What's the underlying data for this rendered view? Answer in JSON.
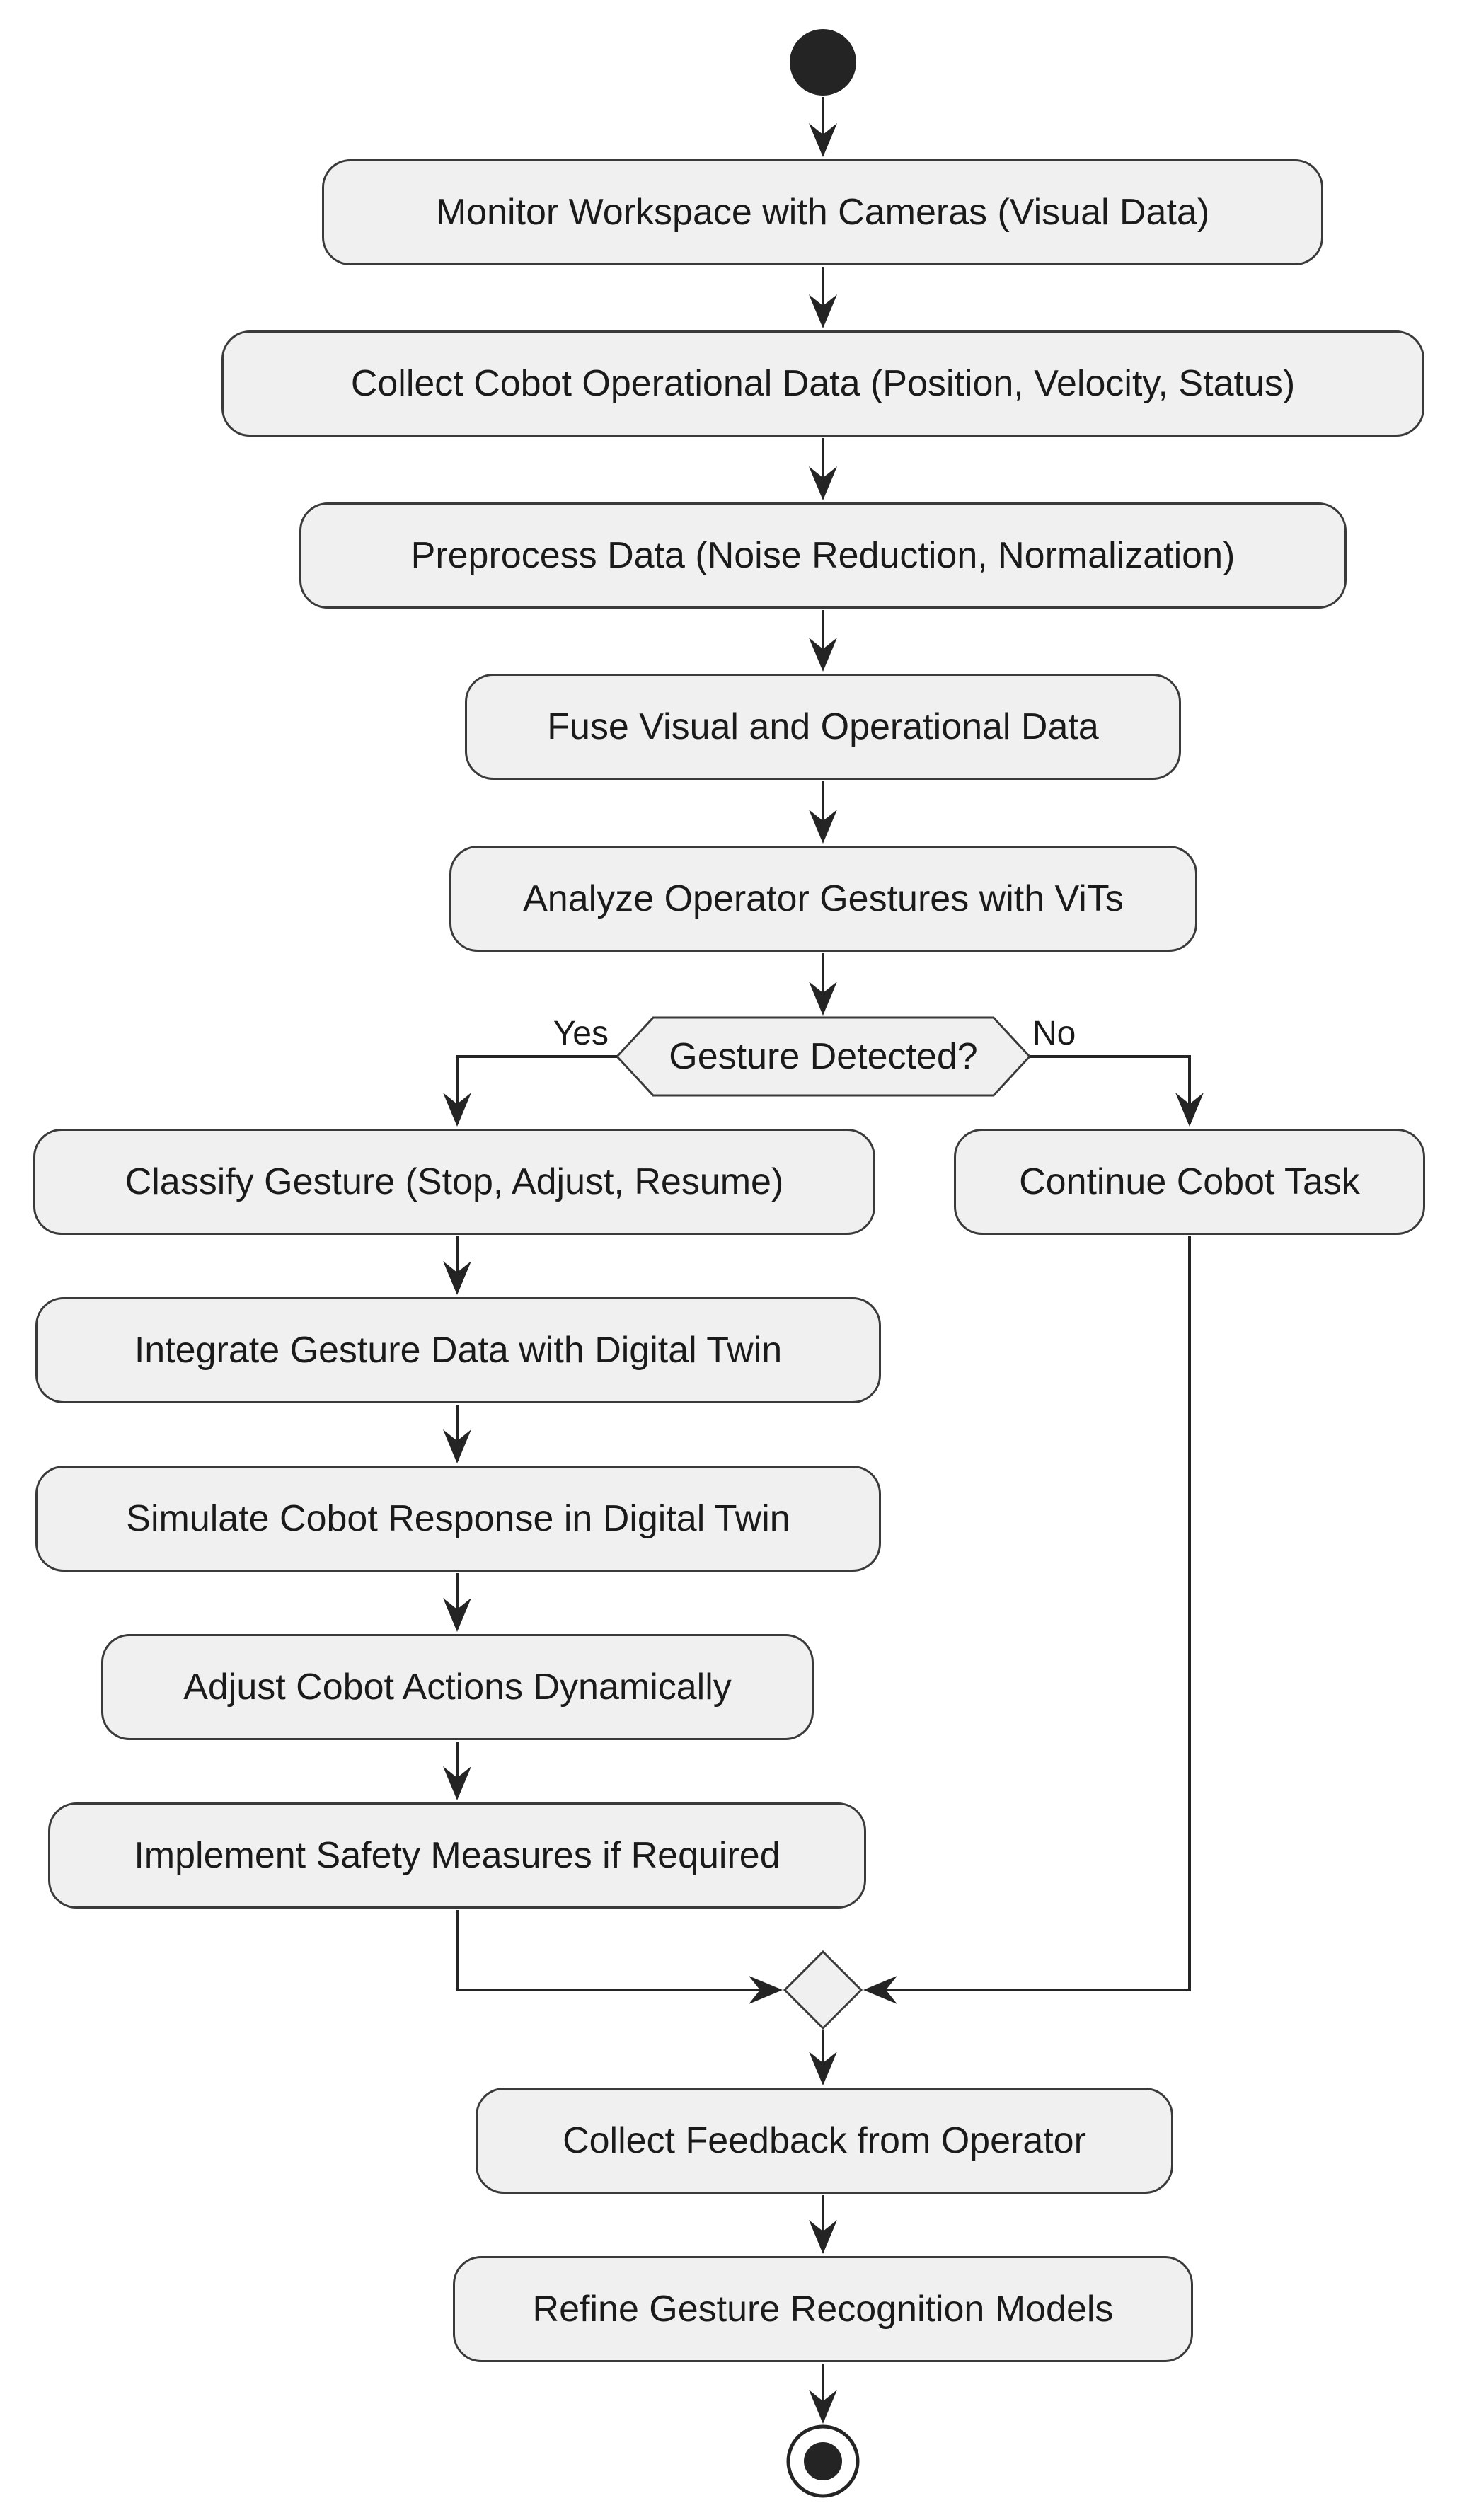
{
  "colors": {
    "background": "#ffffff",
    "node_fill": "#f0f0f0",
    "node_border": "#3a3a3a",
    "edge": "#242424",
    "text": "#1a1a1a",
    "start_fill": "#242424"
  },
  "nodes": {
    "monitor": {
      "label": "Monitor Workspace with Cameras (Visual Data)"
    },
    "collect_data": {
      "label": "Collect Cobot Operational Data (Position, Velocity, Status)"
    },
    "preprocess": {
      "label": "Preprocess Data (Noise Reduction, Normalization)"
    },
    "fuse": {
      "label": "Fuse Visual and Operational Data"
    },
    "analyze": {
      "label": "Analyze Operator Gestures with ViTs"
    },
    "decision": {
      "label": "Gesture Detected?"
    },
    "classify": {
      "label": "Classify Gesture (Stop, Adjust, Resume)"
    },
    "continue_task": {
      "label": "Continue Cobot Task"
    },
    "integrate": {
      "label": "Integrate Gesture Data with Digital Twin"
    },
    "simulate": {
      "label": "Simulate Cobot Response in Digital Twin"
    },
    "adjust": {
      "label": "Adjust Cobot Actions Dynamically"
    },
    "safety": {
      "label": "Implement Safety Measures if Required"
    },
    "feedback": {
      "label": "Collect Feedback from Operator"
    },
    "refine": {
      "label": "Refine Gesture Recognition Models"
    }
  },
  "edge_labels": {
    "yes": "Yes",
    "no": "No"
  }
}
